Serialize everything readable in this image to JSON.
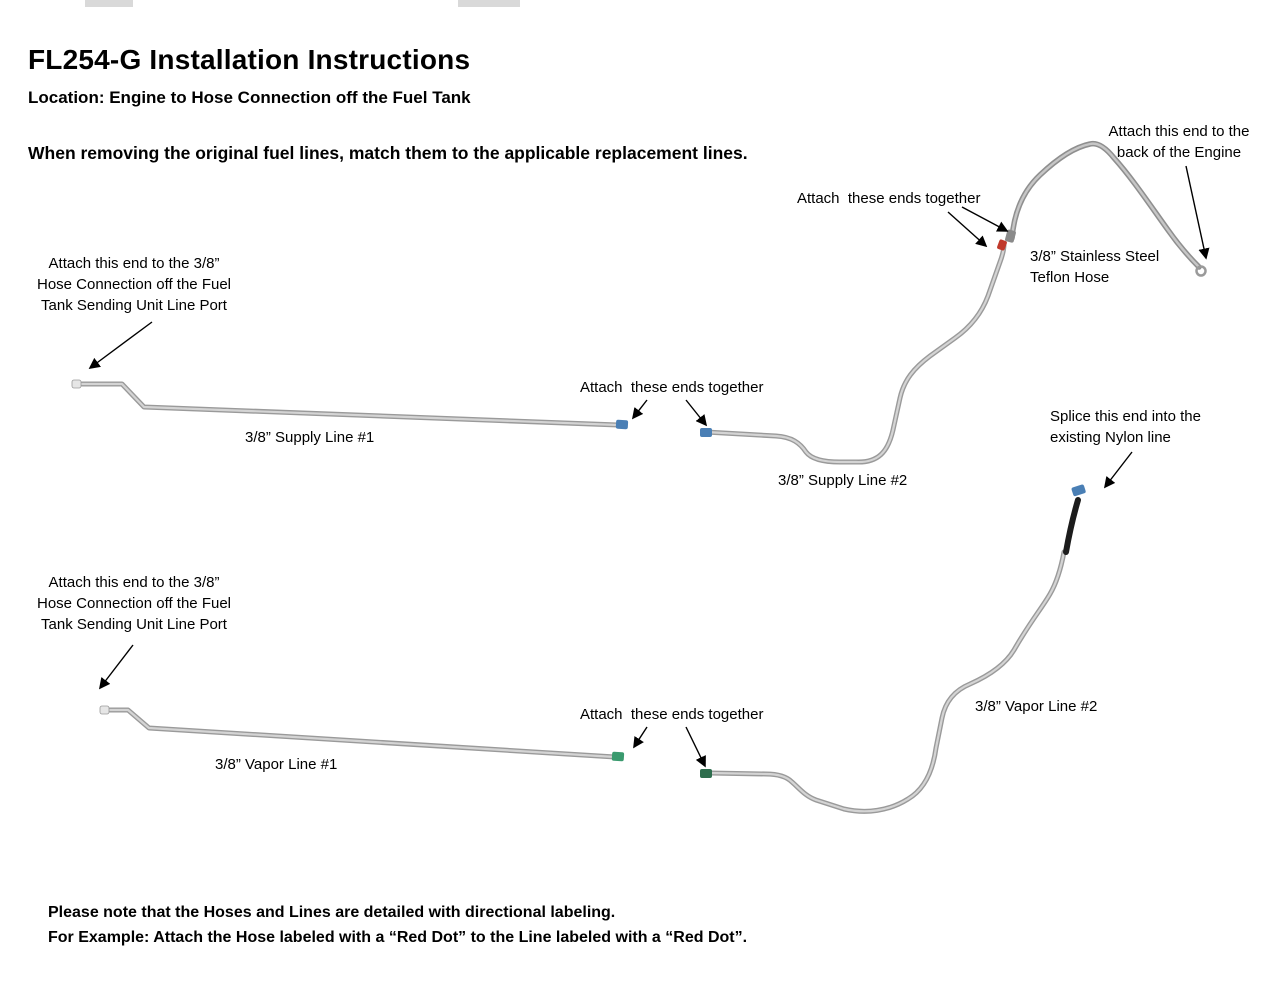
{
  "header": {
    "title": "FL254-G Installation Instructions",
    "location": "Location: Engine to Hose Connection off the Fuel Tank",
    "intro": "When removing the original fuel lines, match them to the applicable replacement lines."
  },
  "annotations": {
    "engine_end": {
      "lines": [
        "Attach this end to the",
        "back of the Engine"
      ]
    },
    "attach_together_hose": "Attach  these ends together",
    "teflon_hose_label": {
      "lines": [
        "3/8” Stainless Steel",
        "Teflon Hose"
      ]
    },
    "supply_tank_end": {
      "lines": [
        "Attach this end to the 3/8”",
        "Hose Connection off the Fuel",
        "Tank Sending Unit Line Port"
      ]
    },
    "attach_together_supply": "Attach  these ends together",
    "supply_line_1": "3/8” Supply Line #1",
    "supply_line_2": "3/8” Supply Line #2",
    "splice_end": {
      "lines": [
        "Splice this end into the",
        "existing Nylon line"
      ]
    },
    "vapor_tank_end": {
      "lines": [
        "Attach this end to the 3/8”",
        "Hose Connection off the Fuel",
        "Tank Sending Unit Line Port"
      ]
    },
    "attach_together_vapor": "Attach  these ends together",
    "vapor_line_1": "3/8” Vapor Line #1",
    "vapor_line_2": "3/8” Vapor Line #2"
  },
  "footer": {
    "note1": "Please note that the Hoses and Lines are detailed with directional labeling.",
    "note2": "For Example: Attach the Hose labeled with a “Red Dot” to the Line labeled with a “Red Dot”."
  },
  "colors": {
    "fitting_blue": "#4a7fb5",
    "fitting_red": "#c0392b",
    "fitting_green": "#3a9a6e",
    "fitting_dark_green": "#2e6e4e"
  }
}
